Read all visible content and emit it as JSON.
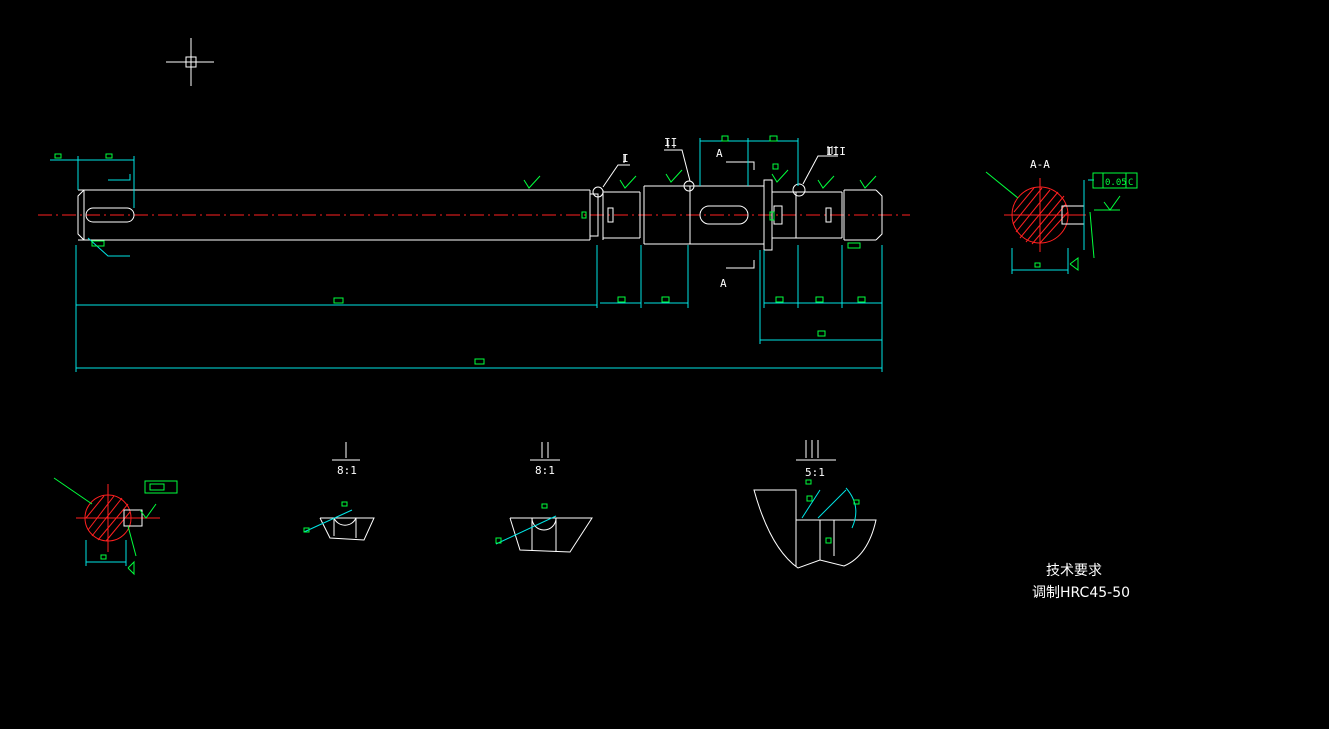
{
  "section_label_aa": "A-A",
  "section_mark_a": "A",
  "tolerance_value": "0.05",
  "datum_ref": "C",
  "detail_label_1": "I",
  "detail_label_2": "II",
  "detail_label_3": "III",
  "scale_1": "8:1",
  "scale_2": "8:1",
  "scale_3": "5:1",
  "tech_req_title": "技术要求",
  "tech_req_body": "调制HRC45-50",
  "colors": {
    "background": "#000000",
    "outline": "#ffffff",
    "dimension": "#00e5e5",
    "annotation": "#00ff3c",
    "centerline": "#ff2020"
  }
}
